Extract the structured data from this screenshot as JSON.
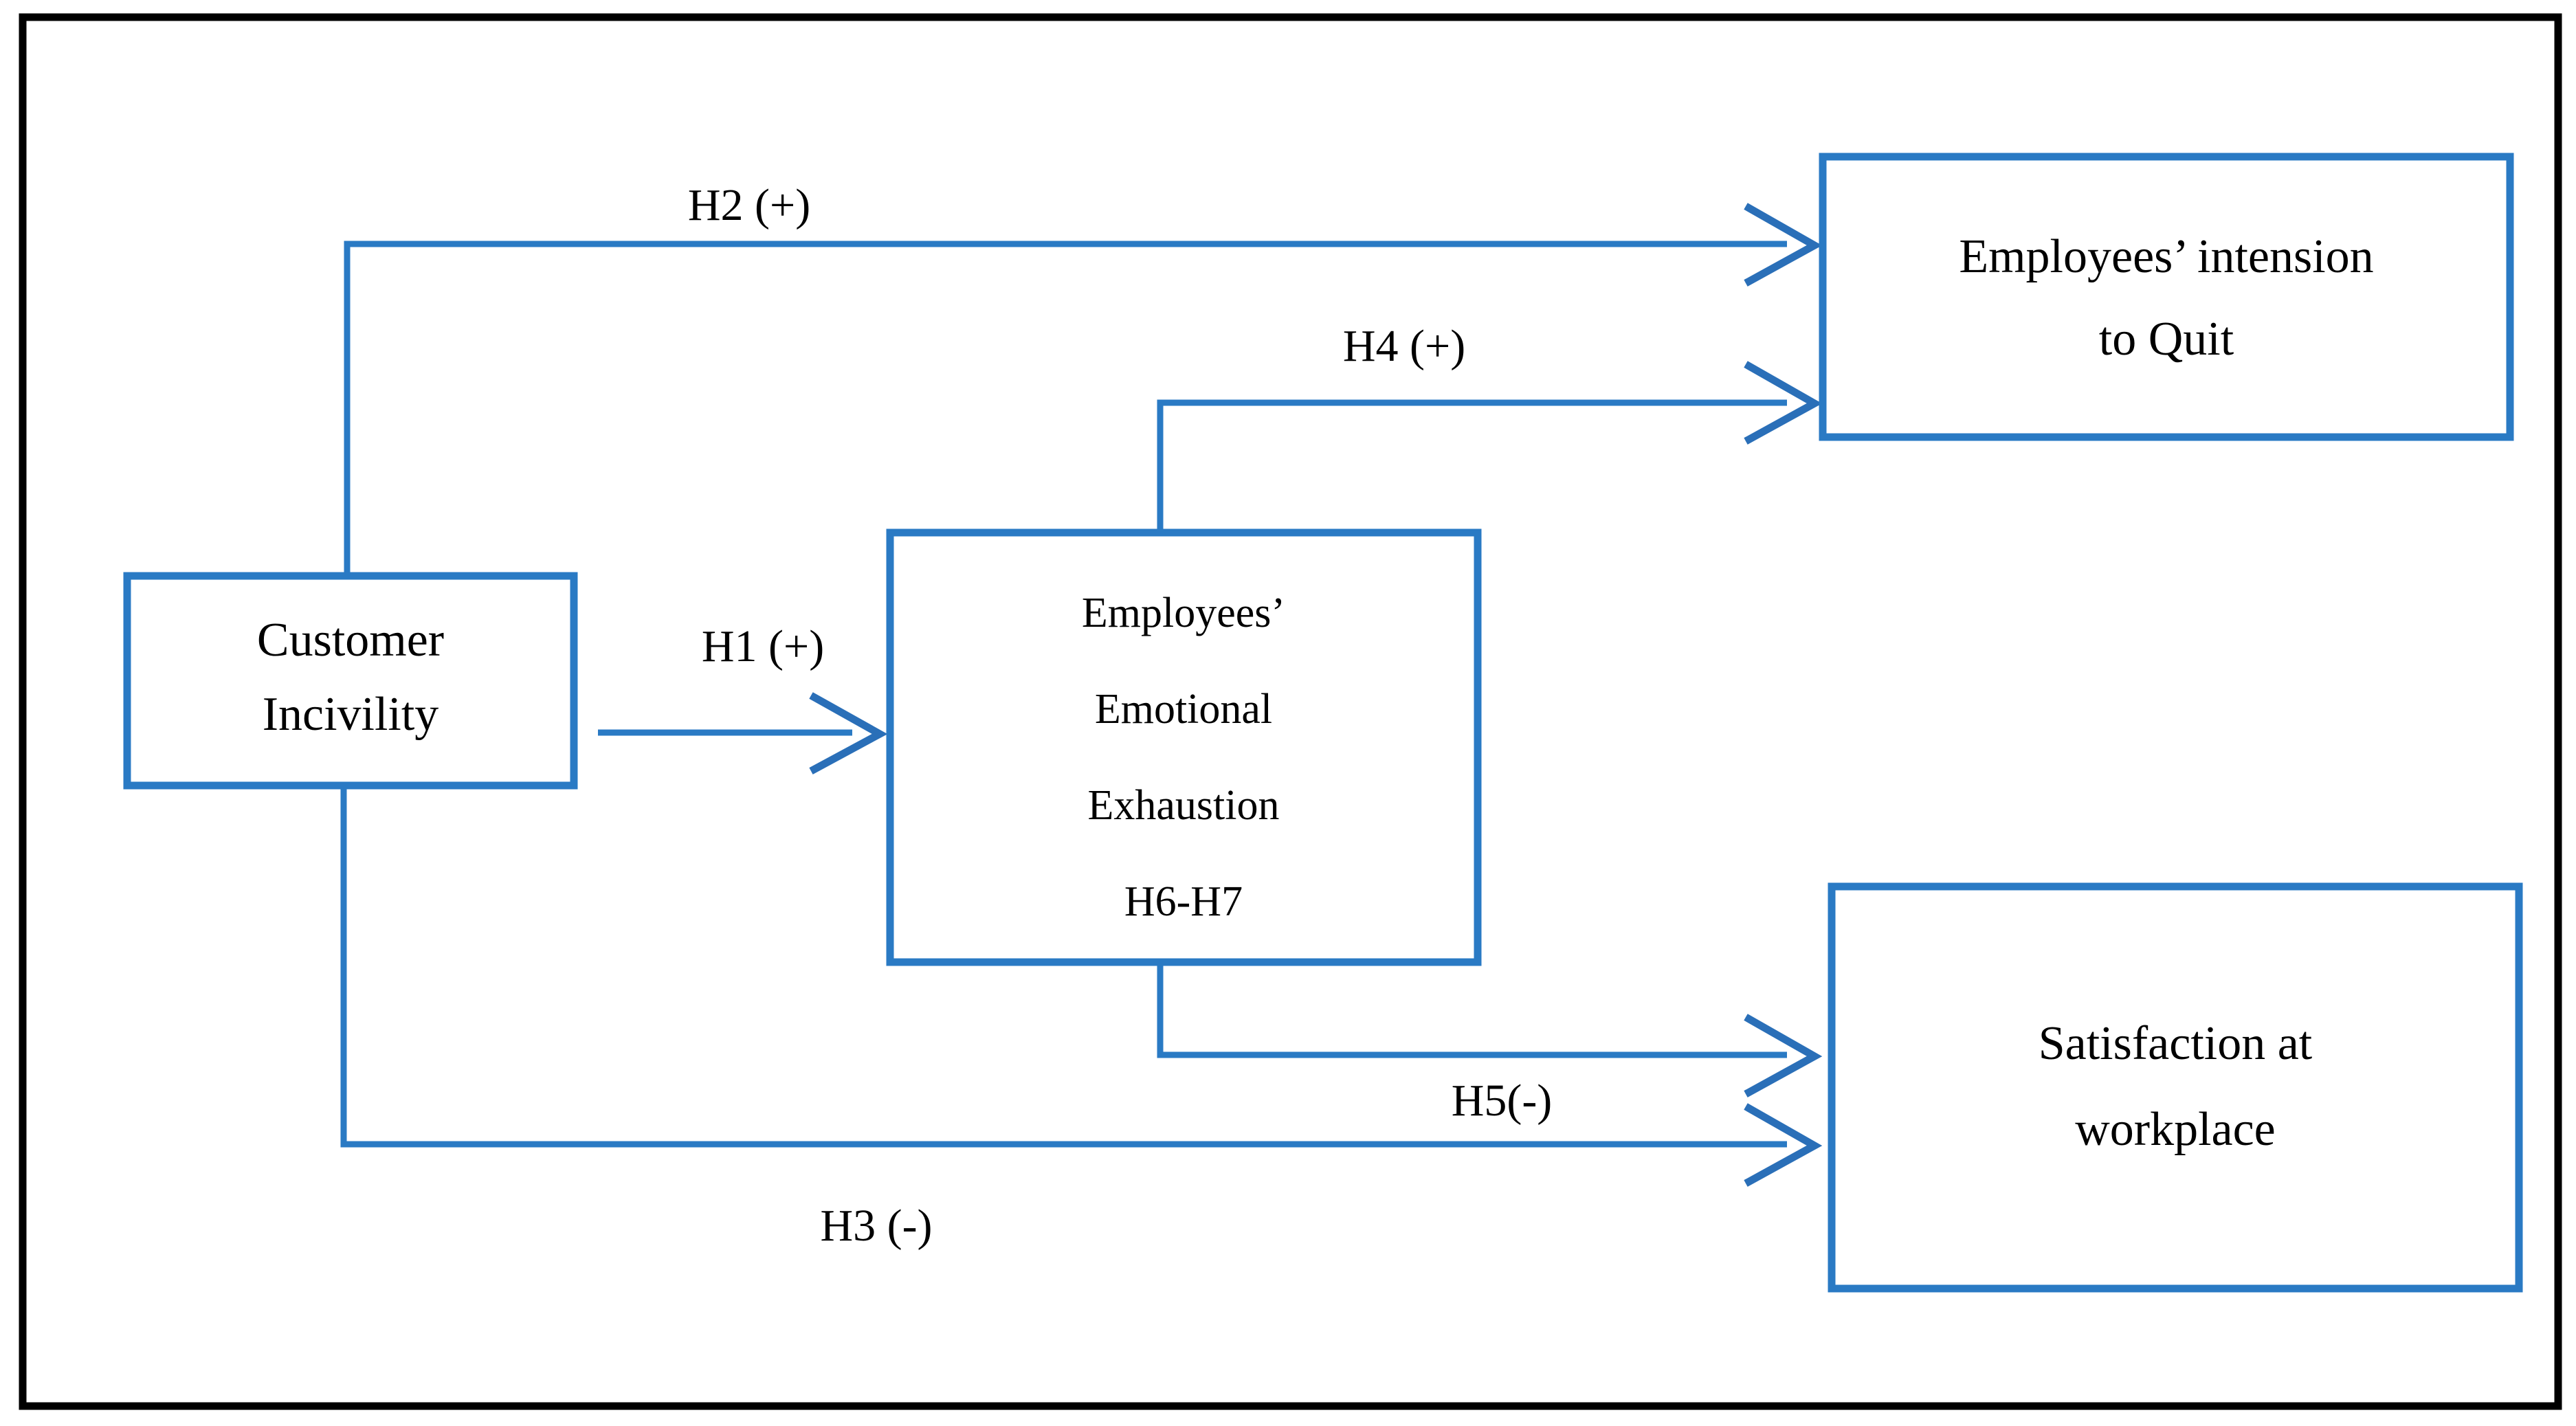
{
  "diagram": {
    "type": "conceptual-model",
    "frame": {
      "stroke_color": "#000000"
    },
    "accent_color": "#2a7ac4",
    "nodes": [
      {
        "id": "customer-incivility",
        "lines": [
          "Customer",
          "Incivility"
        ],
        "line1": "Customer",
        "line2": "Incivility"
      },
      {
        "id": "emotional-exhaustion",
        "lines": [
          "Employees’",
          "Emotional",
          "Exhaustion",
          "H6-H7"
        ],
        "line1": "Employees’",
        "line2": "Emotional",
        "line3": "Exhaustion",
        "line4": "H6-H7"
      },
      {
        "id": "intension-to-quit",
        "lines": [
          "Employees’ intension",
          "to Quit"
        ],
        "line1": "Employees’ intension",
        "line2": "to Quit"
      },
      {
        "id": "satisfaction-at-workplace",
        "lines": [
          "Satisfaction at",
          "workplace"
        ],
        "line1": "Satisfaction at",
        "line2": "workplace"
      }
    ],
    "edges": [
      {
        "id": "h1",
        "label": "H1 (+)",
        "from": "customer-incivility",
        "to": "emotional-exhaustion",
        "sign": "+"
      },
      {
        "id": "h2",
        "label": "H2 (+)",
        "from": "customer-incivility",
        "to": "intension-to-quit",
        "sign": "+"
      },
      {
        "id": "h3",
        "label": "H3 (-)",
        "from": "customer-incivility",
        "to": "satisfaction-at-workplace",
        "sign": "-"
      },
      {
        "id": "h4",
        "label": "H4 (+)",
        "from": "emotional-exhaustion",
        "to": "intension-to-quit",
        "sign": "+"
      },
      {
        "id": "h5",
        "label": "H5(-)",
        "from": "emotional-exhaustion",
        "to": "satisfaction-at-workplace",
        "sign": "-"
      }
    ]
  }
}
